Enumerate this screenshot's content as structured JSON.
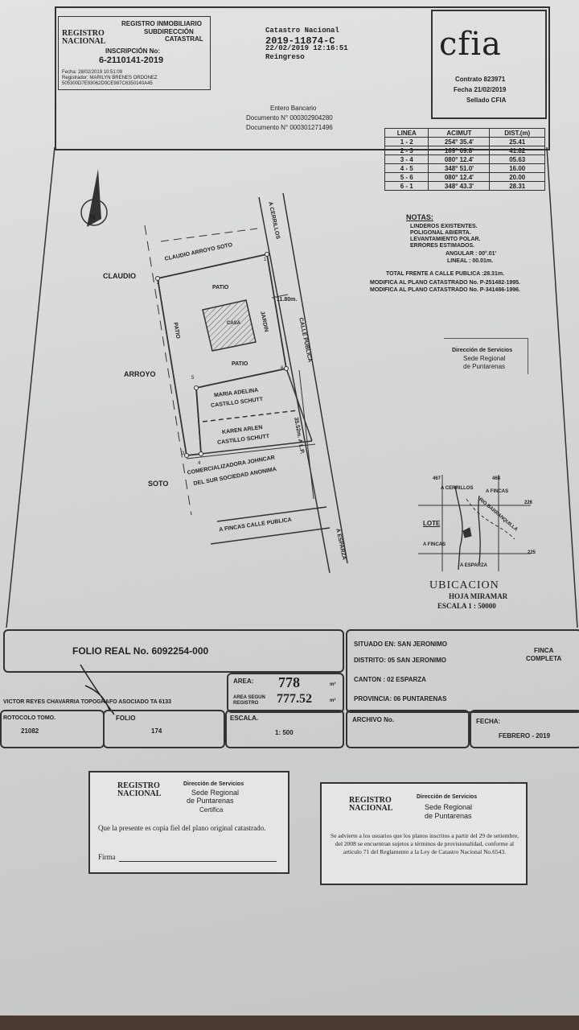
{
  "header": {
    "registry_logo": "REGISTRO NACIONAL",
    "registry_title": "REGISTRO INMOBILIARIO",
    "registry_subtitle1": "SUBDIRECCIÓN",
    "registry_subtitle2": "CATASTRAL",
    "inscription_label": "INSCRIPCIÓN No:",
    "inscription_number": "6-2110141-2019",
    "fecha_line": "Fecha:   28/02/2019 10:51:09",
    "registrador_line": "Registrador: MARILYN BRENES ORDONEZ",
    "hash_line": "505300D7E93062D0CE987C6350140A45",
    "catastro_title": "Catastro Nacional",
    "catastro_number": "2019-11874-C",
    "catastro_datetime": "22/02/2019 12:16:51",
    "catastro_status": "Reingreso",
    "cfia_logo": "cfia",
    "contrato": "Contrato 823971",
    "fecha_cfia": "Fecha 21/02/2019",
    "sellado": "Sellado CFIA",
    "entero": "Entero Bancario",
    "documento1": "Documento N° 000302904280",
    "documento2": "Documento N° 000301271496"
  },
  "acimut_table": {
    "headers": [
      "LINEA",
      "ACIMUT",
      "DIST.(m)"
    ],
    "rows": [
      [
        "1 - 2",
        "254° 35.4'",
        "25.41"
      ],
      [
        "2 - 3",
        "169° 09.8'",
        "41.82"
      ],
      [
        "3 - 4",
        "080° 12.4'",
        "05.63"
      ],
      [
        "4 - 5",
        "348° 51.0'",
        "16.00"
      ],
      [
        "5 - 6",
        "080° 12.4'",
        "20.00"
      ],
      [
        "6 - 1",
        "348° 43.3'",
        "28.31"
      ]
    ]
  },
  "notes": {
    "title": "NOTAS:",
    "lines": [
      "LINDEROS EXISTENTES.",
      "POLIGONAL ABIERTA.",
      "LEVANTAMIENTO POLAR.",
      "ERRORES ESTIMADOS."
    ],
    "angular": "ANGULAR : 00°.01'",
    "lineal": "LINEAL : 00.01m.",
    "total_frente": "TOTAL FRENTE A CALLE PUBLICA :28.31m.",
    "modifica1": "MODIFICA AL PLANO CATASTRADO No. P-251482-1995.",
    "modifica2": "MODIFICA AL PLANO CATASTRADO No. P-341486-1996."
  },
  "stamp_small": {
    "line1": "Dirección de Servicios",
    "line2": "Sede Regional",
    "line3": "de Puntarenas"
  },
  "plan": {
    "north": "N",
    "to_cerrillos": "A CERRILLOS",
    "claudio": "CLAUDIO",
    "arroyo": "ARROYO",
    "soto": "SOTO",
    "claudio_arroyo_soto": "CLAUDIO   ARROYO   SOTO",
    "patio": "PATIO",
    "casa": "CASA",
    "jardin": "JARDIN",
    "calle_publica": "CALLE PUBLICA",
    "dim_front": "11.80m.",
    "dim_side": "35.52m. A L.P.",
    "owner1_line1": "MARIA ADELINA",
    "owner1_line2": "CASTILLO SCHUTT",
    "owner2_line1": "KAREN ARLEN",
    "owner2_line2": "CASTILLO SCHUTT",
    "owner3_line1": "COMERCIALIZADORA JOHNCAR",
    "owner3_line2": "DEL SUR SOCIEDAD ANONIMA",
    "a_fincas_calle": "A FINCAS   CALLE PUBLICA",
    "a_esparza": "A ESPARZA",
    "vertices": [
      "1",
      "2",
      "3",
      "4",
      "5",
      "6"
    ]
  },
  "ubicacion": {
    "grid_top_left": "467",
    "grid_top_right": "468",
    "grid_right_top": "226",
    "grid_right_bottom": "225",
    "cerrillos": "A CERRILLOS",
    "fincas_top": "A FINCAS",
    "rio": "RIO BARRANQUILLA",
    "lote": "LOTE",
    "fincas_left": "A FINCAS",
    "esparza": "A ESPARZA",
    "title": "UBICACION",
    "hoja": "HOJA  MIRAMAR",
    "escala": "ESCALA  1 : 50000"
  },
  "info": {
    "folio_real": "FOLIO REAL No. 6092254-000",
    "situado": "SITUADO EN: SAN JERONIMO",
    "distrito": "DISTRITO: 05 SAN JERONIMO",
    "finca": "FINCA",
    "completa": "COMPLETA",
    "area_label": "AREA:",
    "area_value": "778",
    "area_unit": "m²",
    "area_registro_label1": "AREA SEGUN",
    "area_registro_label2": "REGISTRO",
    "area_registro_value": "777.52",
    "canton": "CANTON : 02 ESPARZA",
    "provincia": "PROVINCIA: 06 PUNTARENAS",
    "topografo": "VICTOR REYES CHAVARRIA TOPOGRAFO ASOCIADO TA 6133",
    "protocolo_label": "ROTOCOLO TOMO.",
    "protocolo_value": "21082",
    "folio_label": "FOLIO",
    "folio_value": "174",
    "escala_label": "ESCALA.",
    "escala_value": "1: 500",
    "archivo_label": "ARCHIVO No.",
    "fecha_label": "FECHA:",
    "fecha_value": "FEBRERO - 2019"
  },
  "stamp_certifica": {
    "logo": "REGISTRO NACIONAL",
    "line1": "Dirección de Servicios",
    "line2": "Sede Regional",
    "line3": "de Puntarenas",
    "line4": "Certifica",
    "text": "Que la presente es copia fiel del plano original catastrado.",
    "firma": "Firma"
  },
  "stamp_advierte": {
    "logo": "REGISTRO NACIONAL",
    "line1": "Dirección de Servicios",
    "line2": "Sede Regional",
    "line3": "de Puntarenas",
    "text": "Se advierte a los usuarios que los planos inscritos a partir del 29 de setiembre, del 2008 se encuentran sujetos a términos de provisionalidad, conforme al artículo 71 del Reglamento a la Ley de Catastro Nacional No.6543."
  }
}
